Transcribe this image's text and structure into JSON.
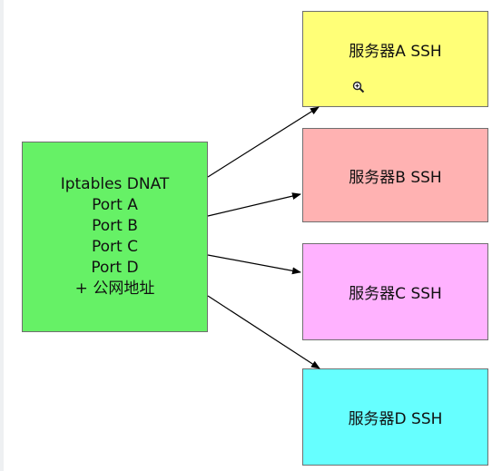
{
  "source": {
    "lines": [
      "Iptables DNAT",
      "Port A",
      "Port B",
      "Port C",
      "Port D",
      "+ 公网地址"
    ],
    "fill": "#66f166"
  },
  "targets": [
    {
      "label": "服务器A SSH",
      "fill": "#ffff77"
    },
    {
      "label": "服务器B SSH",
      "fill": "#ffb2b2"
    },
    {
      "label": "服务器C SSH",
      "fill": "#ffb2ff"
    },
    {
      "label": "服务器D SSH",
      "fill": "#66ffff"
    }
  ],
  "icons": {
    "zoom": "zoom-in-icon"
  }
}
